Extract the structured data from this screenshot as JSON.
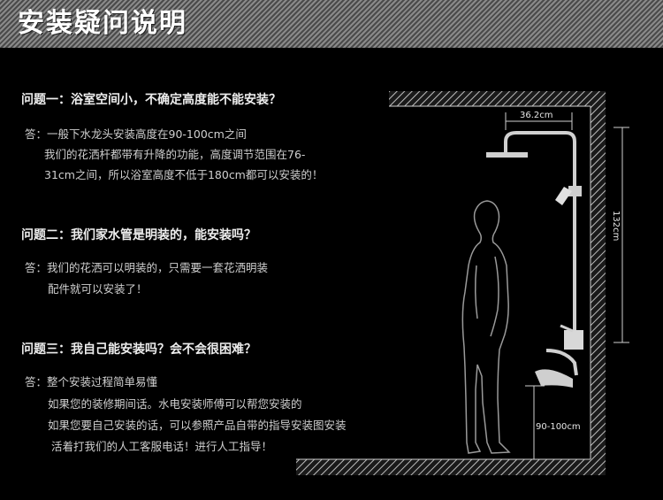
{
  "banner": {
    "title": "安装疑问说明"
  },
  "faq": [
    {
      "question": "问题一：浴室空间小，不确定高度能不能安装？",
      "answer_lines": [
        "答：一般下水龙头安装高度在90-100cm之间",
        "我们的花洒杆都带有升降的功能，高度调节范围在76-",
        "31cm之间，所以浴室高度不低于180cm都可以安装的！"
      ]
    },
    {
      "question": "问题二：我们家水管是明装的，能安装吗？",
      "answer_lines": [
        "答：我们的花洒可以明装的，只需要一套花洒明装",
        "配件就可以安装了！"
      ]
    },
    {
      "question": "问题三：我自己能安装吗？会不会很困难？",
      "answer_lines": [
        "答：整个安装过程简单易懂",
        "如果您的装修期间话。水电安装师傅可以帮您安装的",
        "如果您要自己安装的话，可以参照产品自带的指导安装图安装",
        "活着打我们的人工客服电话！进行人工指导！"
      ]
    }
  ],
  "diagram": {
    "width_label": "36.2cm",
    "height_label": "132cm",
    "tap_height_label": "90-100cm"
  }
}
